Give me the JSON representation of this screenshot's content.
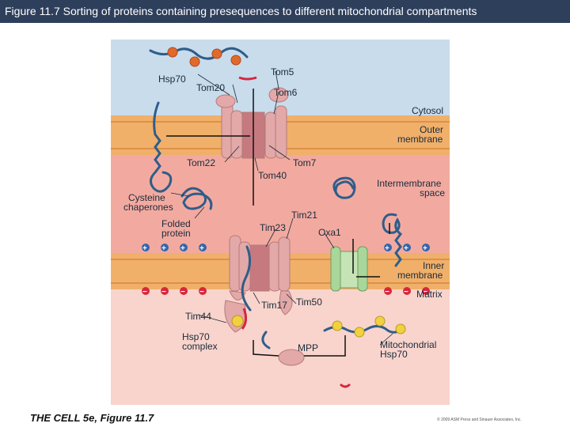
{
  "header": {
    "title": "Figure 11.7  Sorting of proteins containing presequences to different mitochondrial compartments"
  },
  "labels": {
    "hsp70": "Hsp70",
    "tom5": "Tom5",
    "tom20": "Tom20",
    "tom6": "Tom6",
    "cytosol": "Cytosol",
    "outer_membrane": [
      "Outer",
      "membrane"
    ],
    "tom22": "Tom22",
    "tom7": "Tom7",
    "tom40": "Tom40",
    "intermembrane_space": [
      "Intermembrane",
      "space"
    ],
    "cysteine_chaperones": [
      "Cysteine",
      "chaperones"
    ],
    "folded_protein": [
      "Folded",
      "protein"
    ],
    "tim21": "Tim21",
    "tim23": "Tim23",
    "oxa1": "Oxa1",
    "inner_membrane": [
      "Inner",
      "membrane"
    ],
    "matrix": "Matrix",
    "tim44": "Tim44",
    "tim17": "Tim17",
    "tim50": "Tim50",
    "hsp70_complex": [
      "Hsp70",
      "complex"
    ],
    "mpp": "MPP",
    "mito_hsp70": [
      "Mitochondrial",
      "Hsp70"
    ]
  },
  "charges": {
    "plus": "+",
    "minus": "−"
  },
  "footer": {
    "credit": "THE CELL 5e, Figure 11.7",
    "copyright": "© 2009 ASM Press and Sinauer Associates, Inc."
  },
  "colors": {
    "cytosol": "#c8dcec",
    "membrane_band": "#f0b06a",
    "intermembrane": "#f2aaa0",
    "matrix": "#f8d4cc",
    "protein_chain": "#2f5d8a",
    "translocon": "#e3a8a8",
    "oxa1": "#a9d69a",
    "hsp70_dot": "#e06a2c",
    "presequence": "#d7263d",
    "hsp70_mito": "#f2d040"
  }
}
